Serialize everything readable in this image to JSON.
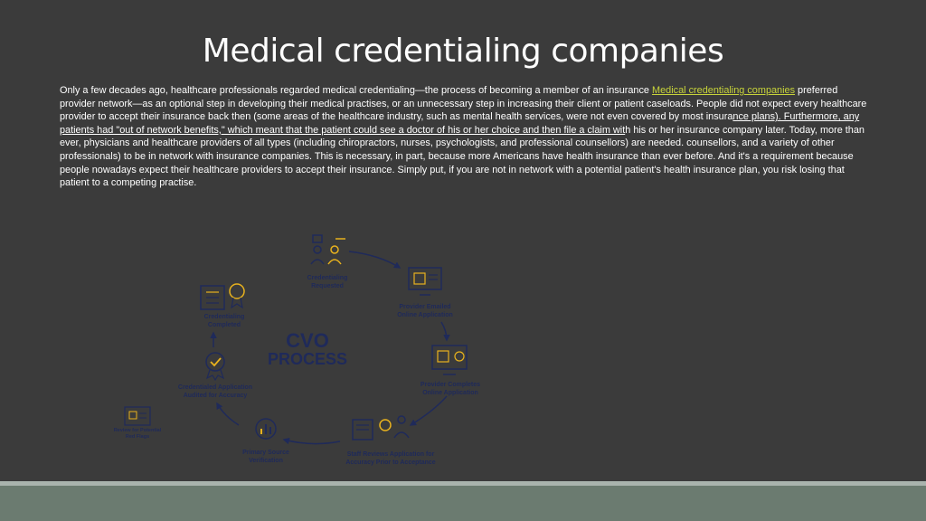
{
  "slide": {
    "title": "Medical credentialing companies",
    "paragraph": {
      "part1": "Only a few decades ago, healthcare professionals regarded medical credentialing—the process of becoming a member of an insurance ",
      "link_text": "Medical credentialing companies",
      "part2": " preferred provider network—as an optional step in developing their medical practises, or an unnecessary step in increasing their client or patient caseloads. People did not expect every healthcare provider to accept their insurance back then (some areas of the healthcare industry, such as mental health services, were not even covered by most insura",
      "underlined": "nce plans). Furthermore, any patients had \"out of network benefits,\" which meant that the patient could see a doctor of his or her choice and then file a claim wit",
      "part3": "h his or her insurance company later. Today, more than ever, physicians and healthcare providers of all types (including chiropractors, nurses, psychologists, and professional counsellors) are needed. counsellors, and a variety of other professionals) to be in network with insurance companies. This is necessary, in part, because more Americans have health insurance than ever before. And it's a requirement because people nowadays expect their healthcare providers to accept their insurance. Simply put, if you are not in network with a potential patient's health insurance plan, you risk losing that patient to a competing practise."
    }
  },
  "diagram": {
    "center_line1": "CVO",
    "center_line2": "PROCESS",
    "steps": [
      {
        "line1": "Credentialing",
        "line2": "Requested",
        "icon": "user-flow-icon"
      },
      {
        "line1": "Provider Emailed",
        "line2": "Online Application",
        "icon": "monitor-email-icon"
      },
      {
        "line1": "Provider Completes",
        "line2": "Online Application",
        "icon": "monitor-check-icon"
      },
      {
        "line1": "Staff Reviews Application for",
        "line2": "Accuracy Prior to Acceptance",
        "icon": "team-review-icon"
      },
      {
        "line1": "Primary Source",
        "line2": "Verification",
        "icon": "chart-icon"
      },
      {
        "line1": "Credentialed Application",
        "line2": "Audited for Accuracy",
        "icon": "badge-check-icon"
      },
      {
        "line1": "Credentialing",
        "line2": "Completed",
        "icon": "checklist-award-icon"
      }
    ],
    "side_step": {
      "line1": "Review for Potential",
      "line2": "Red Flags",
      "icon": "document-icon"
    },
    "colors": {
      "accent": "#e8b21e",
      "navy": "#1f2a5a"
    }
  }
}
